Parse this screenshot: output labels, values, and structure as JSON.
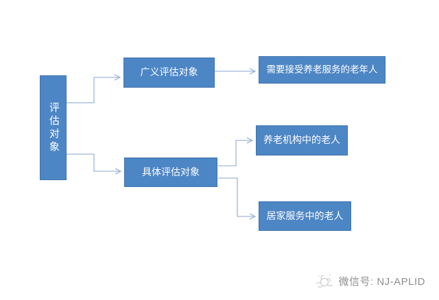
{
  "diagram": {
    "title": "evaluation-object-flowchart",
    "nodes": {
      "root": "评估对象",
      "broad": "广义评估对象",
      "broad_target": "需要接受养老服务的老年人",
      "specific": "具体评估对象",
      "specific_target_institution": "养老机构中的老人",
      "specific_target_home": "居家服务中的老人"
    },
    "edges": [
      {
        "from": "root",
        "to": "broad"
      },
      {
        "from": "root",
        "to": "specific"
      },
      {
        "from": "broad",
        "to": "broad_target"
      },
      {
        "from": "specific",
        "to": "specific_target_institution"
      },
      {
        "from": "specific",
        "to": "specific_target_home"
      }
    ]
  },
  "footer": {
    "wechat_label": "微信号: NJ-APLID"
  },
  "colors": {
    "node_fill": "#4d86c5",
    "node_border": "#3d71ad",
    "node_text": "#ffffff",
    "connector": "#9fb6d6",
    "footer_text": "#8e8e8e",
    "footer_icon": "#c6c6c6",
    "background": "#ffffff"
  }
}
